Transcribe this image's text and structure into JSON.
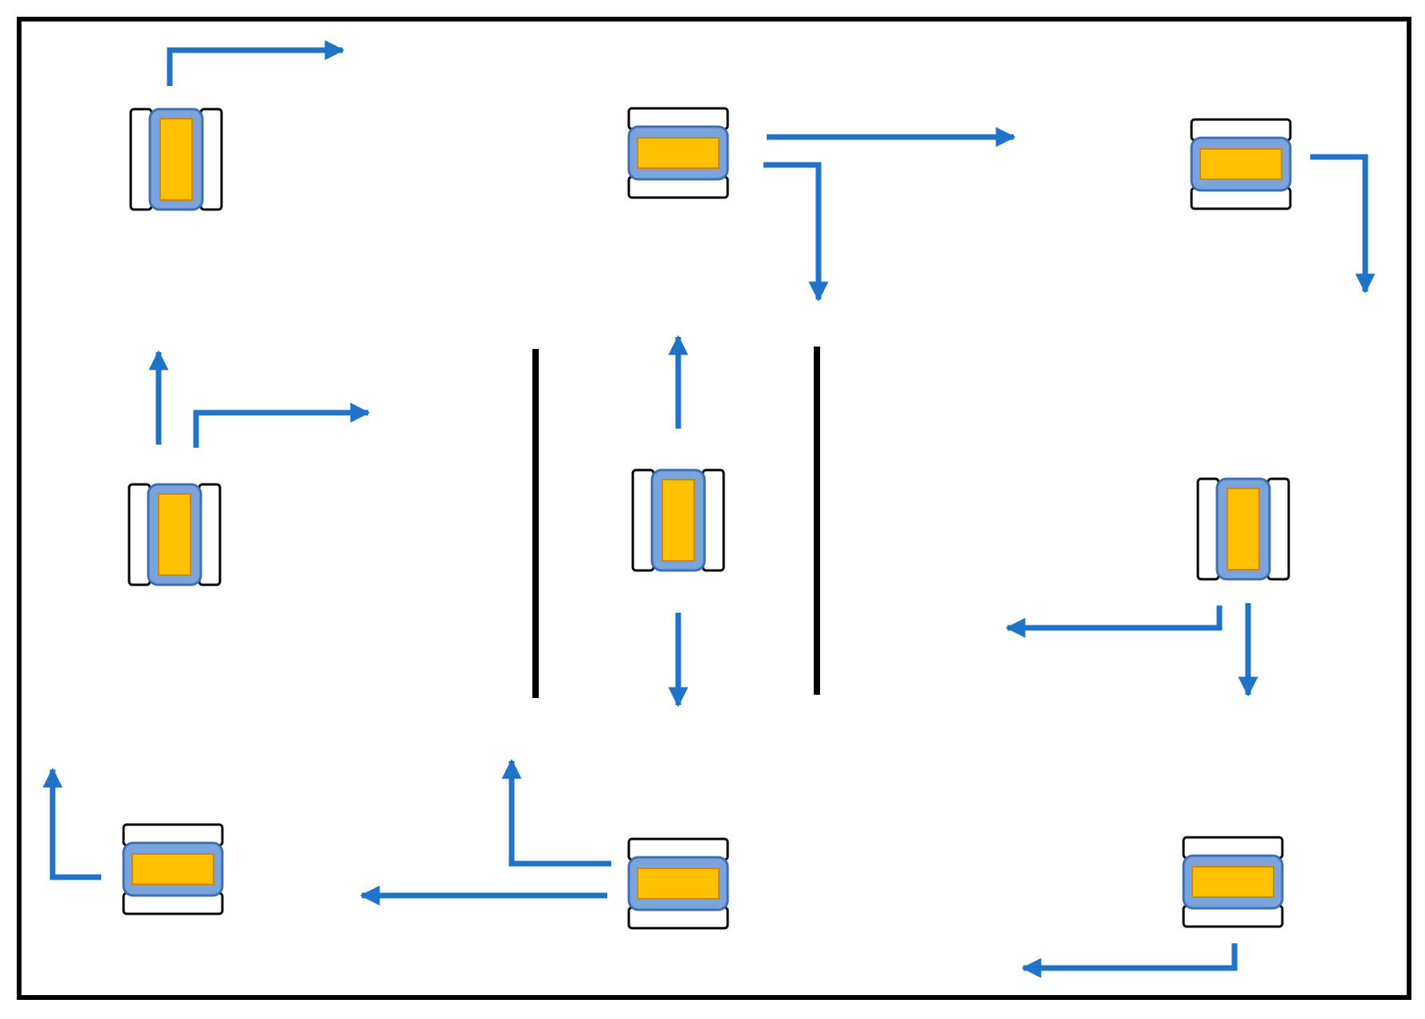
{
  "colors": {
    "frame": "#000000",
    "background": "#ffffff",
    "arrow": "#1f73c8",
    "robot_body": "#7ba4dc",
    "robot_body_stroke": "#3d6fb3",
    "robot_core": "#ffc000",
    "robot_core_stroke": "#c98a00",
    "wheel_fill": "#ffffff",
    "wheel_stroke": "#000000",
    "wall": "#000000"
  },
  "icons": {
    "robot": "robot-vehicle-icon",
    "arrow": "direction-arrow-icon",
    "wall": "wall-line"
  },
  "robots": [
    {
      "id": "robot-top-left",
      "orientation": "vertical"
    },
    {
      "id": "robot-top-center",
      "orientation": "horizontal"
    },
    {
      "id": "robot-top-right",
      "orientation": "horizontal"
    },
    {
      "id": "robot-middle-left",
      "orientation": "vertical"
    },
    {
      "id": "robot-center",
      "orientation": "vertical"
    },
    {
      "id": "robot-middle-right",
      "orientation": "vertical"
    },
    {
      "id": "robot-bottom-left",
      "orientation": "horizontal"
    },
    {
      "id": "robot-bottom-center",
      "orientation": "horizontal"
    },
    {
      "id": "robot-bottom-right",
      "orientation": "horizontal"
    }
  ],
  "walls": [
    {
      "id": "wall-left"
    },
    {
      "id": "wall-right"
    }
  ],
  "arrows": [
    {
      "id": "arrow-top-left-turn-right",
      "direction": "up-then-right"
    },
    {
      "id": "arrow-top-center-straight-right",
      "direction": "right"
    },
    {
      "id": "arrow-top-center-turn-down",
      "direction": "right-then-down"
    },
    {
      "id": "arrow-top-right-turn-down",
      "direction": "right-then-down"
    },
    {
      "id": "arrow-middle-left-up",
      "direction": "up"
    },
    {
      "id": "arrow-middle-left-turn-right",
      "direction": "up-then-right"
    },
    {
      "id": "arrow-center-up",
      "direction": "up"
    },
    {
      "id": "arrow-center-down",
      "direction": "down"
    },
    {
      "id": "arrow-middle-right-turn-left",
      "direction": "down-then-left"
    },
    {
      "id": "arrow-middle-right-down",
      "direction": "down"
    },
    {
      "id": "arrow-bottom-left-turn-up",
      "direction": "left-then-up"
    },
    {
      "id": "arrow-bottom-center-straight-left",
      "direction": "left"
    },
    {
      "id": "arrow-bottom-center-turn-up",
      "direction": "left-then-up"
    },
    {
      "id": "arrow-bottom-right-turn-left",
      "direction": "down-then-left"
    }
  ]
}
